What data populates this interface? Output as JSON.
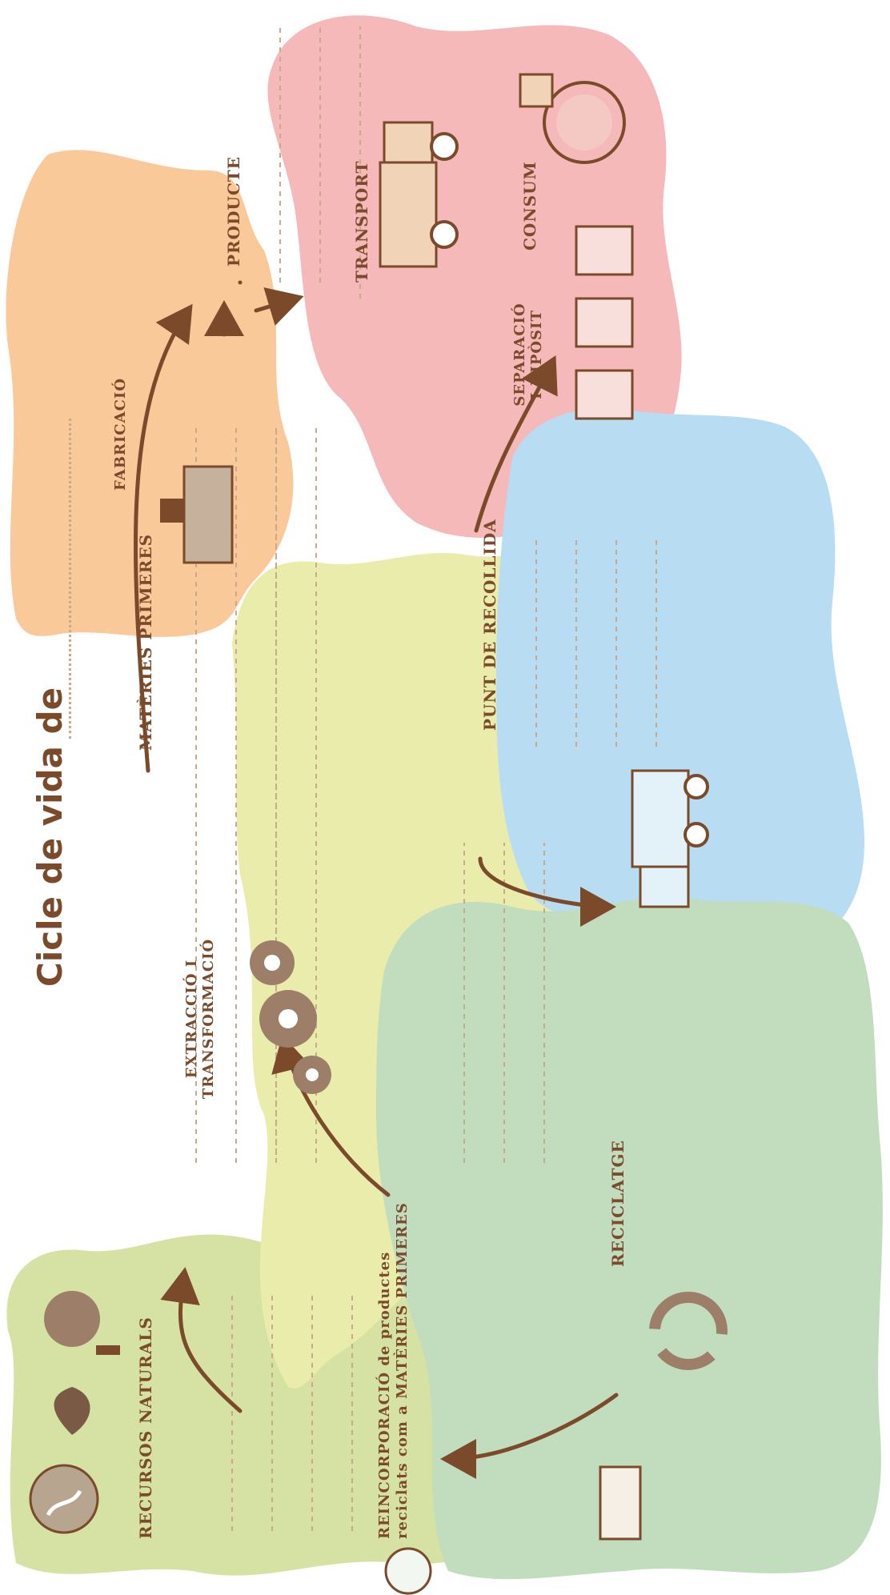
{
  "title": "Cicle de vida de",
  "nodes": {
    "recursos_naturals": "RECURSOS NATURALS",
    "materies_primeres": "MATÈRIES PRIMERES",
    "producte": "PRODUCTE",
    "transport": "TRANSPORT",
    "consum": "CONSUM",
    "punt_de_recollida": "PUNT DE RECOLLIDA",
    "reciclatge": "RECICLATGE"
  },
  "edges": {
    "extraccio_1": "EXTRACCIÓ I",
    "extraccio_2": "TRANSFORMACIÓ",
    "fabricacio": "FABRICACIÓ",
    "separacio_1": "SEPARACIÓ",
    "separacio_2": "I DIPÒSIT",
    "reincorporacio_1": "REINCORPORACIÓ de productes",
    "reincorporacio_2": "reciclats com a MATÈRIES PRIMERES"
  },
  "colors": {
    "brown": "#7a4a2b",
    "recursos": "#d6e2a4",
    "materies": "#e9ecab",
    "producte": "#f9c99a",
    "consum": "#f5b9b9",
    "punt": "#b8dcf2",
    "reciclatge": "#c2ddbe"
  },
  "icons": [
    "earth-icon",
    "water-drop-icon",
    "tree-icon",
    "gears-icon",
    "factory-icon",
    "truck-icon",
    "recycling-bin-icon",
    "bicycle-icon",
    "recycle-arrows-icon",
    "plant-factory-icon",
    "energy-recycle-icon"
  ]
}
